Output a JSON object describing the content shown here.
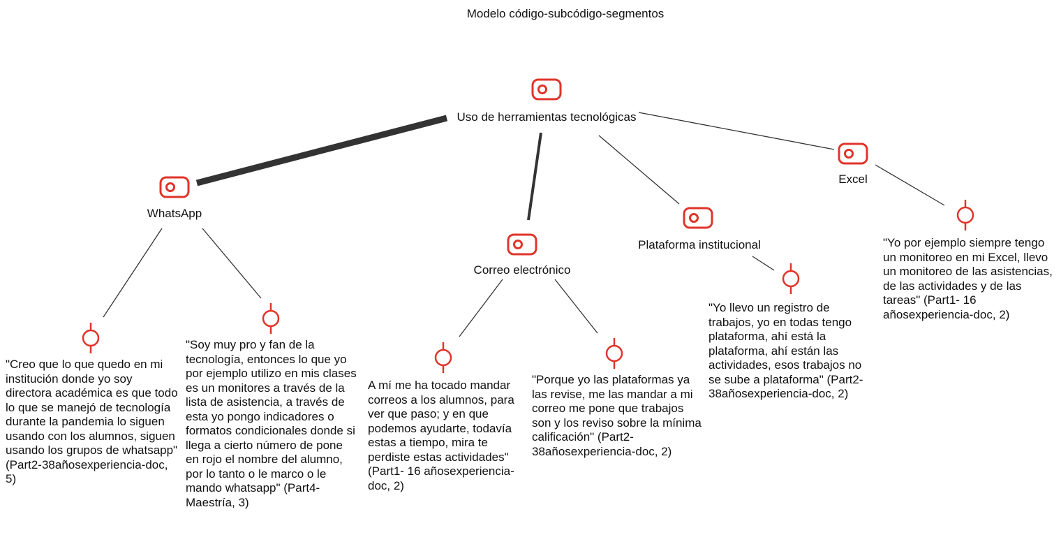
{
  "title": "Modelo código-subcódigo-segmentos",
  "root": {
    "label": "Uso de herramientas tecnológicas"
  },
  "codes": {
    "whatsapp": {
      "label": "WhatsApp"
    },
    "correo": {
      "label": "Correo electrónico"
    },
    "plataforma": {
      "label": "Plataforma institucional"
    },
    "excel": {
      "label": "Excel"
    }
  },
  "segments": {
    "s1": "\"Creo que lo que quedo en mi institución donde yo soy directora académica es que todo lo que se manejó de tecnología durante la pandemia lo siguen usando con los alumnos, siguen usando los grupos de whatsapp\" (Part2-38añosexperiencia-doc, 5)",
    "s2": "\"Soy muy pro y fan de la tecnología, entonces lo que yo por ejemplo utilizo en mis clases es un monitores a través de la lista de asistencia, a través de esta yo pongo indicadores o formatos condicionales donde si llega a cierto número de pone en rojo el nombre del alumno, por lo tanto o le marco o le mando whatsapp\" (Part4-Maestría, 3)",
    "s3": "A mí me ha tocado mandar correos a los alumnos, para ver que paso; y en que podemos ayudarte, todavía estas a tiempo, mira te perdiste estas actividades\" (Part1- 16 añosexperiencia-doc, 2)",
    "s4": "\"Porque yo las plataformas ya las revise, me las mandar a mi correo me pone que trabajos son y los reviso sobre la mínima calificación\" (Part2-38añosexperiencia-doc, 2)",
    "s5": "\"Yo llevo un registro de trabajos, yo en todas tengo plataforma, ahí está la plataforma, ahí están las actividades, esos trabajos no se sube a plataforma\" (Part2-38añosexperiencia-doc, 2)",
    "s6": "\"Yo por ejemplo siempre tengo un monitoreo en mi Excel, llevo un monitoreo de las asistencias, de las actividades y de las tareas\" (Part1- 16 añosexperiencia-doc, 2)"
  },
  "colors": {
    "icon": "#e0342a",
    "line": "#333333"
  }
}
